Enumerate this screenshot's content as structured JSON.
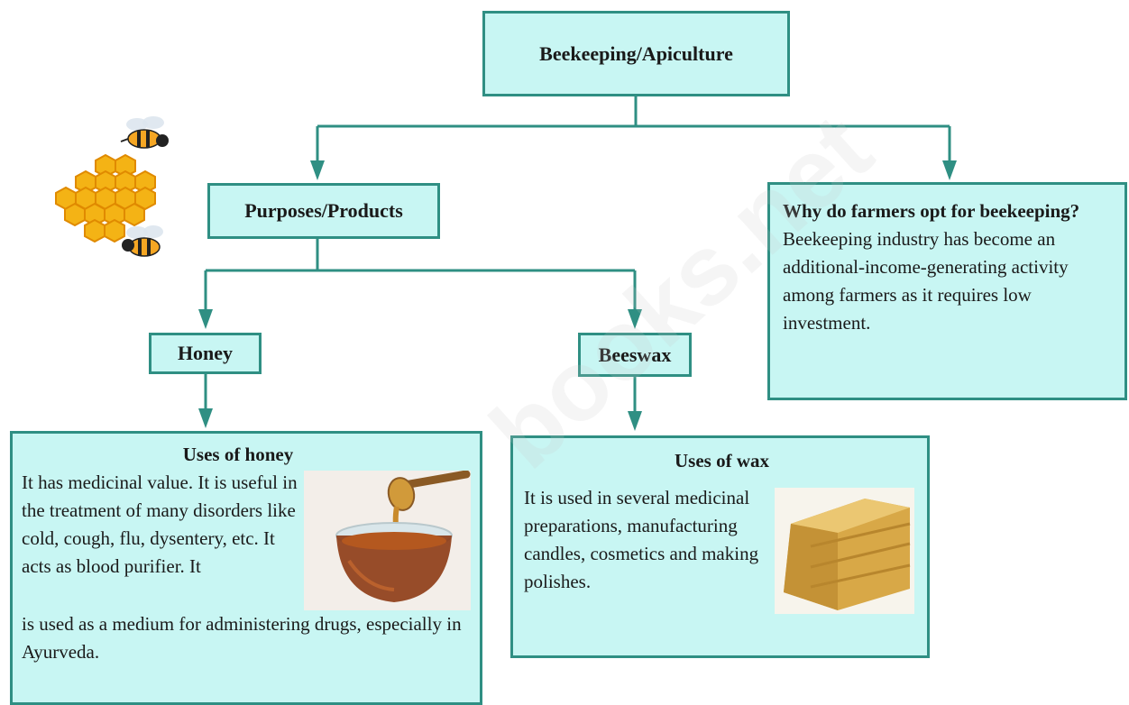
{
  "diagram": {
    "root": "Beekeeping/Apiculture",
    "purposes": "Purposes/Products",
    "honey": "Honey",
    "beeswax": "Beeswax",
    "why": {
      "heading": "Why do farmers opt for beekeeping?",
      "text": "Beekeeping industry has become an additional-income-generating activity among farmers as it requires low investment."
    },
    "uses_honey": {
      "heading": "Uses of honey",
      "text_beside_image": "It has medicinal value. It is useful in the treatment of many disorders like cold, cough, flu, dysentery, etc. It acts as blood purifier. It",
      "text_below_image": "is used as a medium for administering drugs, especially in Ayurveda."
    },
    "uses_wax": {
      "heading": "Uses of wax",
      "text": "It is used in several medicinal preparations, manufacturing candles, cosmetics and making polishes."
    }
  },
  "watermark": "books.net",
  "colors": {
    "box_fill": "#c8f6f3",
    "box_border": "#2f8f83",
    "arrow": "#2f8f83"
  },
  "icons": [
    "honeycomb-bees-image",
    "honey-bowl-image",
    "beeswax-block-image"
  ]
}
